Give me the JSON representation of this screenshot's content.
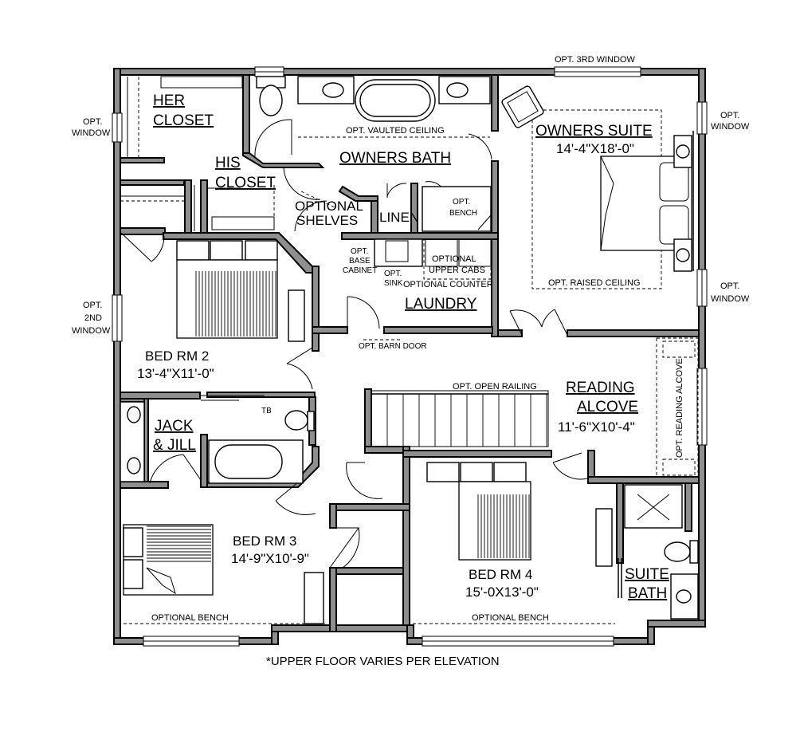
{
  "labels": {
    "her_closet_1": "HER",
    "her_closet_2": "CLOSET",
    "his_closet_1": "HIS",
    "his_closet_2": "CLOSET",
    "owners_bath": "OWNERS BATH",
    "owners_suite": "OWNERS SUITE",
    "owners_suite_dim": "14'-4\"X18'-0\"",
    "opt_3rd_window": "OPT. 3RD WINDOW",
    "opt_window_left_1": "OPT.",
    "opt_window_left_2": "WINDOW",
    "opt_window_right_top_1": "OPT.",
    "opt_window_right_top_2": "WINDOW",
    "opt_window_right_mid_1": "OPT.",
    "opt_window_right_mid_2": "WINDOW",
    "opt_vaulted_ceiling": "OPT. VAULTED CEILING",
    "optional_shelves_1": "OPTIONAL",
    "optional_shelves_2": "SHELVES",
    "linen": "LINEN",
    "opt_bench_1": "OPT.",
    "opt_bench_2": "BENCH",
    "opt_base_cabinet_1": "OPT.",
    "opt_base_cabinet_2": "BASE",
    "opt_base_cabinet_3": "CABINET",
    "opt_sink_1": "OPT.",
    "opt_sink_2": "SINK",
    "optional_upper_cabs_1": "OPTIONAL",
    "optional_upper_cabs_2": "UPPER CABS",
    "optional_counter": "OPTIONAL COUNTER",
    "laundry": "LAUNDRY",
    "opt_raised_ceiling": "OPT. RAISED CEILING",
    "opt_barn_door": "OPT. BARN DOOR",
    "opt_2nd_window_1": "OPT.",
    "opt_2nd_window_2": "2ND",
    "opt_2nd_window_3": "WINDOW",
    "bed_rm_2": "BED RM 2",
    "bed_rm_2_dim": "13'-4\"X11'-0\"",
    "opt_open_railing": "OPT. OPEN RAILING",
    "reading_alcove_1": "READING",
    "reading_alcove_2": "ALCOVE",
    "reading_alcove_dim": "11'-6\"X10'-4\"",
    "opt_reading_alcove": "OPT. READING ALCOVE",
    "jack_jill_1": "JACK",
    "jack_jill_2": "& JILL",
    "tb": "TB",
    "bed_rm_3": "BED RM 3",
    "bed_rm_3_dim": "14'-9\"X10'-9\"",
    "optional_bench_left": "OPTIONAL BENCH",
    "bed_rm_4": "BED RM 4",
    "bed_rm_4_dim": "15'-0X13'-0\"",
    "optional_bench_right": "OPTIONAL BENCH",
    "suite_bath_1": "SUITE",
    "suite_bath_2": "BATH",
    "footnote": "*UPPER FLOOR VARIES PER ELEVATION"
  }
}
